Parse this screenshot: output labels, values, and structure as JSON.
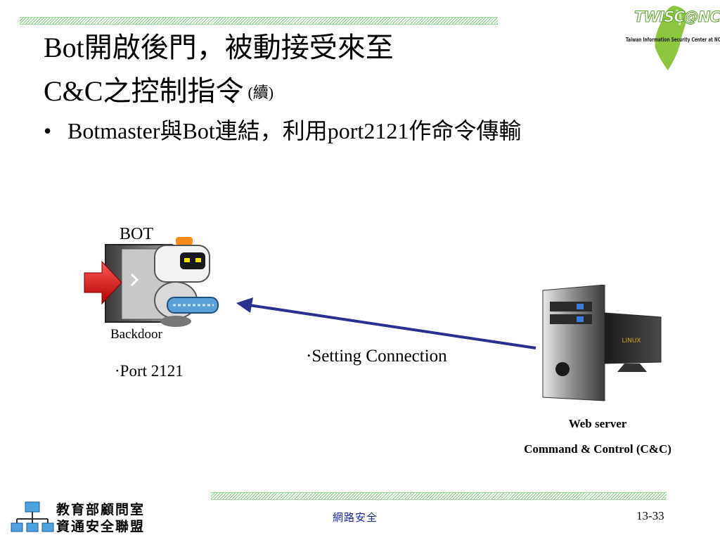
{
  "slide": {
    "title_line1": "Bot開啟後門，被動接受來至",
    "title_line2": "C&C之控制指令",
    "title_suffix": "(續)",
    "bullet_mark": "•",
    "bullet": "Botmaster與Bot連結，利用port2121作命令傳輸"
  },
  "diagram": {
    "bot_label": "BOT",
    "backdoor_label": "Backdoor",
    "port_label": "·Port   2121",
    "connection_label": "·Setting  Connection",
    "server_label": "Web server",
    "cnc_label": "Command & Control (C&C)",
    "server_screen_text": "LINUX"
  },
  "footer": {
    "center_text": "網路安全",
    "page_number": "13-33",
    "org_line1": "教育部顧問室",
    "org_line2": "資通安全聯盟"
  },
  "logo": {
    "brand": "TWISC@NCKU",
    "subtitle": "Taiwan Information Security Center at NCKU"
  },
  "colors": {
    "arrow": "#2b2f8f",
    "hatch": "#7fc97f",
    "footer_text": "#1a2a9a",
    "logo_green": "#5aa02c"
  }
}
